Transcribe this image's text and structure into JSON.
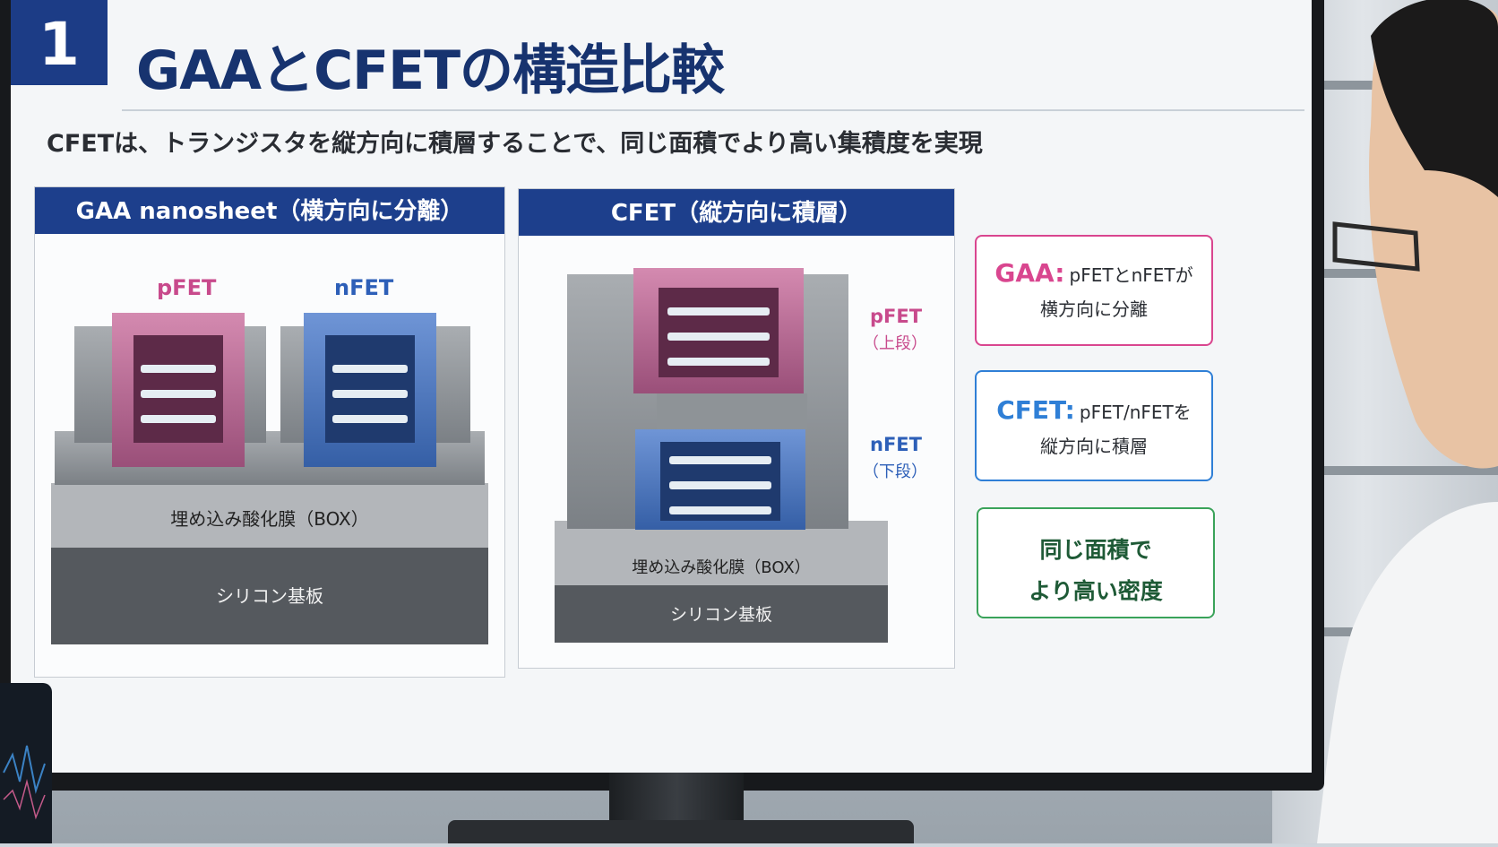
{
  "slide": {
    "number": "1",
    "title": "GAAとCFETの構造比較",
    "subtitle": "CFETは、トランジスタを縦方向に積層することで、同じ面積でより高い集積度を実現"
  },
  "gaa_panel": {
    "header": "GAA nanosheet（横方向に分離）",
    "pfet_label": "pFET",
    "nfet_label": "nFET",
    "box_label": "埋め込み酸化膜（BOX）",
    "substrate_label": "シリコン基板"
  },
  "cfet_panel": {
    "header": "CFET（縦方向に積層）",
    "pfet_label": "pFET",
    "pfet_sub": "（上段）",
    "nfet_label": "nFET",
    "nfet_sub": "（下段）",
    "box_label": "埋め込み酸化膜（BOX）",
    "substrate_label": "シリコン基板"
  },
  "info_boxes": [
    {
      "key": "GAA:",
      "line1": "pFETとnFETが",
      "line2": "横方向に分離",
      "color": "#d9468f"
    },
    {
      "key": "CFET:",
      "line1": "pFET/nFETを",
      "line2": "縦方向に積層",
      "color": "#2f7fd6"
    },
    {
      "key": "",
      "line1": "同じ面積で",
      "line2": "より高い密度",
      "color": "#3aa35a"
    }
  ],
  "colors": {
    "header_blue": "#1d3f8c",
    "title_navy": "#17336f",
    "pfet_pink": "#c84a8c",
    "nfet_blue": "#2d5fb8"
  }
}
